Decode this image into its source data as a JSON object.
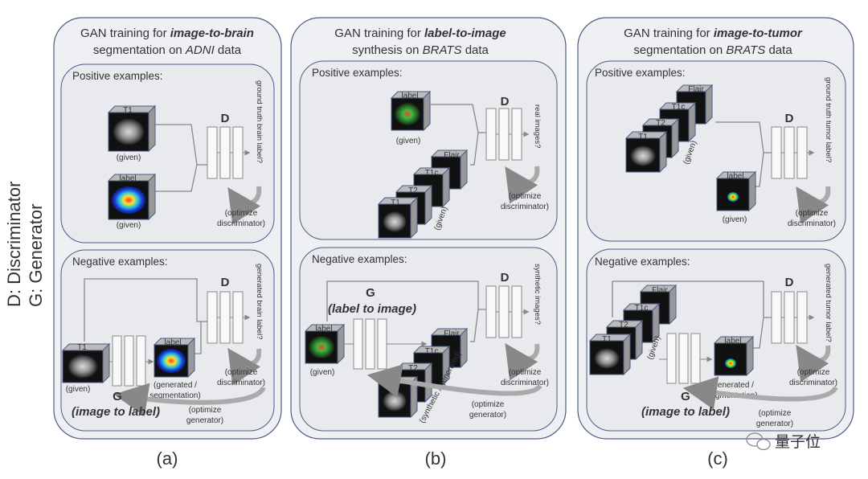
{
  "legend": {
    "discriminator": "D: Discriminator",
    "generator": "G: Generator"
  },
  "panels": [
    {
      "id": "a",
      "title_pre": "GAN training for ",
      "title_bold": "image-to-brain",
      "line2_pre": "segmentation on ",
      "line2_it": "ADNI",
      "line2_post": " data",
      "subfigure": "(a)",
      "pos": {
        "heading": "Positive examples:",
        "cube1": "T1",
        "cube1_note": "(given)",
        "cube2": "label",
        "cube2_note": "(given)",
        "d": "D",
        "d_output": "ground truth brain label?",
        "optimize": [
          "(optimize",
          "discriminator)"
        ]
      },
      "neg": {
        "heading": "Negative examples:",
        "cube1": "T1",
        "cube1_note": "(given)",
        "cube2": "label",
        "cube2_note": [
          "(generated /",
          "segmentation)"
        ],
        "g": "G",
        "g_desc": "(image to label)",
        "d": "D",
        "d_output": "generated brain label?",
        "optimize_d": [
          "(optimize",
          "discriminator)"
        ],
        "optimize_g": [
          "(optimize",
          "generator)"
        ]
      }
    },
    {
      "id": "b",
      "title_pre": "GAN training for ",
      "title_bold": "label-to-image",
      "line2_pre": "synthesis on ",
      "line2_it": "BRATS",
      "line2_post": " data",
      "subfigure": "(b)",
      "pos": {
        "heading": "Positive examples:",
        "label_cube": "label",
        "label_note": "(given)",
        "stack": [
          "T1",
          "T2",
          "T1c",
          "Flair"
        ],
        "stack_note": "(given)",
        "d": "D",
        "d_output": "real images?",
        "optimize": [
          "(optimize",
          "discriminator)"
        ]
      },
      "neg": {
        "heading": "Negative examples:",
        "g": "G",
        "g_desc": "(label to image)",
        "label_cube": "label",
        "label_note": "(given)",
        "stack": [
          "T1",
          "T2",
          "T1c",
          "Flair"
        ],
        "stack_note": "(synthetic / generated)",
        "d": "D",
        "d_output": "synthetic images?",
        "optimize_d": [
          "(optimize",
          "discriminator)"
        ],
        "optimize_g": [
          "(optimize",
          "generator)"
        ]
      }
    },
    {
      "id": "c",
      "title_pre": "GAN training for ",
      "title_bold": "image-to-tumor",
      "line2_pre": "segmentation on ",
      "line2_it": "BRATS",
      "line2_post": " data",
      "subfigure": "(c)",
      "pos": {
        "heading": "Positive examples:",
        "stack": [
          "T1",
          "T2",
          "T1c",
          "Flair"
        ],
        "stack_note": "(given)",
        "label_cube": "label",
        "label_note": "(given)",
        "d": "D",
        "d_output": "ground truth tumor label?",
        "optimize": [
          "(optimize",
          "discriminator)"
        ]
      },
      "neg": {
        "heading": "Negative examples:",
        "stack": [
          "T1",
          "T2",
          "T1c",
          "Flair"
        ],
        "stack_note": "(given)",
        "label_cube": "label",
        "label_note": [
          "(generated /",
          "segmentation)"
        ],
        "g": "G",
        "g_desc": "(image to label)",
        "d": "D",
        "d_output": "generated tumor label?",
        "optimize_d": [
          "(optimize",
          "discriminator)"
        ],
        "optimize_g": [
          "(optimize",
          "generator)"
        ]
      }
    }
  ],
  "watermark": "量子位",
  "colors": {
    "panel_bg": "#eef0f4",
    "panel_border": "#4a5c86",
    "cube_border": "#4a5c86",
    "line": "#888888",
    "text": "#333333"
  }
}
